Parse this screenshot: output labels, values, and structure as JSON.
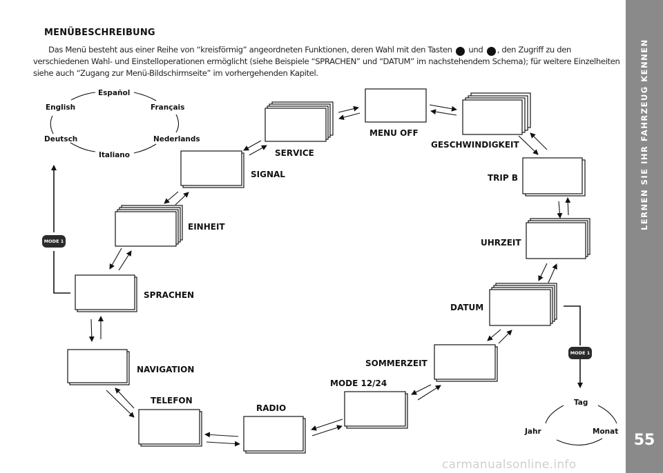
{
  "sidebar": {
    "title": "LERNEN SIE IHR FAHRZEUG KENNEN",
    "page_number": "55"
  },
  "heading": "MENÜBESCHREIBUNG",
  "intro": {
    "part1": "Das Menü besteht aus einer Reihe von “kreisförmig” angeordneten Funktionen, deren Wahl mit den Tasten",
    "and": "und",
    "part2": ", den Zugriff zu den verschiedenen Wahl- und Einstelloperationen ermöglicht (siehe Beispiele “SPRACHEN” und “DATUM” im nachstehendem Schema); für weitere Einzelheiten siehe auch “Zugang zur Menü-Bildschirmseite” im vorhergehenden Kapitel.",
    "plus_icon": "plus-circle-icon",
    "minus_icon": "minus-circle-icon"
  },
  "menu_items": {
    "menu_off": "MENU OFF",
    "geschwindigkeit": "GESCHWINDIGKEIT",
    "trip_b": "TRIP B",
    "uhrzeit": "UHRZEIT",
    "datum": "DATUM",
    "sommerzeit": "SOMMERZEIT",
    "mode_12_24": "MODE 12/24",
    "radio": "RADIO",
    "telefon": "TELEFON",
    "navigation": "NAVIGATION",
    "sprachen": "SPRACHEN",
    "einheit": "EINHEIT",
    "signal": "SIGNAL",
    "service": "SERVICE"
  },
  "languages": {
    "espanol": "Español",
    "english": "English",
    "francais": "Français",
    "deutsch": "Deutsch",
    "nederlands": "Nederlands",
    "italiano": "Italiano"
  },
  "date_parts": {
    "tag": "Tag",
    "jahr": "Jahr",
    "monat": "Monat"
  },
  "mode_badge": "MODE 1",
  "watermark": "carmanualsonline.info"
}
